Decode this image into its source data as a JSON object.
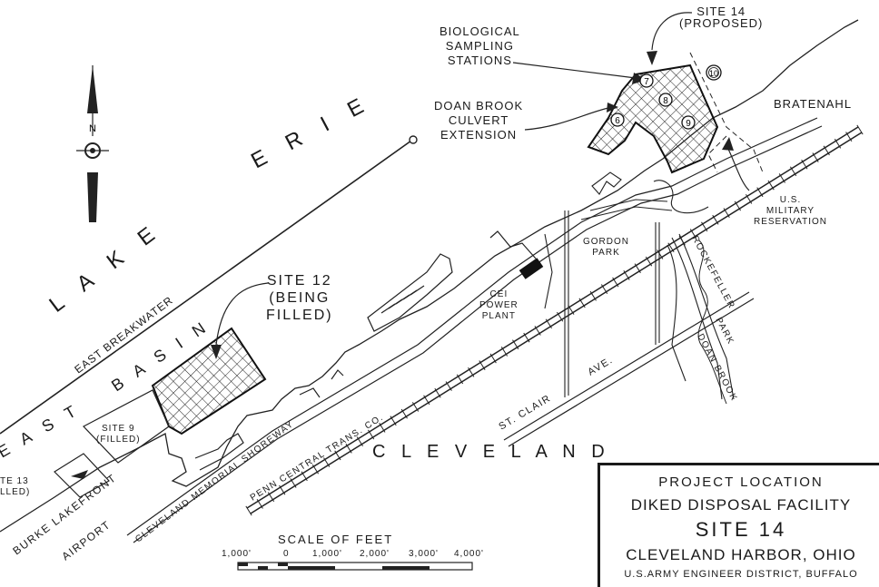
{
  "labels": {
    "lake": [
      "L A K E",
      "E R I E"
    ],
    "east_basin": [
      "E A S T",
      "B A S I N"
    ],
    "east_breakwater": "EAST  BREAKWATER",
    "site14": [
      "SITE 14",
      "(PROPOSED)"
    ],
    "bio_stations": [
      "BIOLOGICAL",
      "SAMPLING",
      "STATIONS"
    ],
    "doan_brook_culvert": [
      "DOAN BROOK",
      "CULVERT",
      "EXTENSION"
    ],
    "bratenahl": "BRATENAHL",
    "military_reservation": [
      "U.S.",
      "MILITARY",
      "RESERVATION"
    ],
    "site12": [
      "SITE 12",
      "(BEING",
      "FILLED)"
    ],
    "site9": [
      "SITE 9",
      "(FILLED)"
    ],
    "site13": [
      "TE 13",
      "LLED)"
    ],
    "gordon_park": [
      "GORDON",
      "PARK"
    ],
    "cei_power_plant": [
      "CEI",
      "POWER",
      "PLANT"
    ],
    "rockefeller_park": [
      "ROCKEFELLER",
      "PARK"
    ],
    "doan_brook": "DOAN  BROOK",
    "st_clair_ave": [
      "ST. CLAIR",
      "AVE."
    ],
    "cleveland": "C L E V E L A N D",
    "penn_central": "PENN  CENTRAL  TRANS.  CO.",
    "shoreway": "CLEVELAND  MEMORIAL  SHOREWAY",
    "burke_airport": [
      "BURKE  LAKEFRONT",
      "AIRPORT"
    ],
    "north": "N",
    "stations": [
      "6",
      "7",
      "8",
      "9",
      "10"
    ]
  },
  "scale": {
    "title": "SCALE OF FEET",
    "ticks": [
      "1,000'",
      "0",
      "1,000'",
      "2,000'",
      "3,000'",
      "4,000'"
    ]
  },
  "title_block": {
    "line1": "PROJECT  LOCATION",
    "line2": "DIKED DISPOSAL FACILITY",
    "line3": "SITE   14",
    "line4": "CLEVELAND HARBOR, OHIO",
    "line5": "U.S.ARMY ENGINEER DISTRICT, BUFFALO"
  }
}
